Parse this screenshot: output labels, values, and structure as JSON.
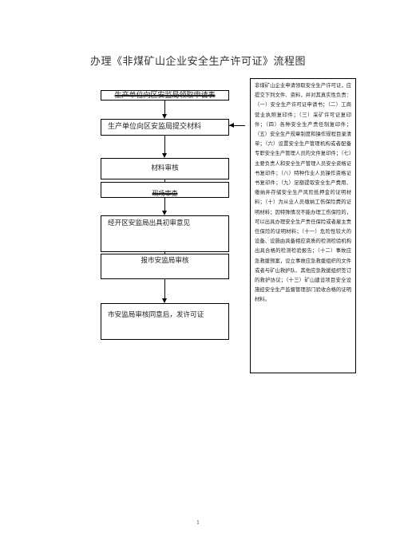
{
  "document": {
    "title": "办理《非煤矿山企业安全生产许可证》流程图",
    "page_number": "1"
  },
  "flow_steps": [
    "生产单位向区安监局领取申请表",
    "生产单位向区安监局提交材料",
    "材料审核",
    "现场审查",
    "经开区安监局出具初审意见",
    "报市安监局审核",
    "市安监局审核同意后，发许可证"
  ],
  "note": "非煤矿山企业申请领取安全生产许可证，应提交下列文件、资料，并对其真实性负责：（一）安全生产许可证申请书；（二）工商营业执照复印件；（三）采矿许可证复印件；（四）各种安全生产责任制复印件；（五）安全生产规章制度和操作规程目录清单；（六）设置安全生产管理机构或者配备专职安全生产管理人员的文件复印件；（七）主要负责人和安全生产管理人员安全资格证书复印件；（八）特种作业人员操作资格证书复印件；（九）足额提取安全生产费用、缴纳并存储安全生产风险抵押金的证明材料；（十）为从业人员缴纳工伤保险费的证明材料；因特殊情况不能办理工伤保险的，可以出具办理安全生产责任保险或者雇主责任保险的证明材料；（十一）危险性较大的设备、设施由具备相应资质的检测检验机构出具合格的检测检验报告；（十二）事故应急救援预案，设立事故应急救援组织的文件或者与矿山救护队、其他应急救援组织签订的救护协议；（十三）矿山建设项目安全设施经安全生产监督管理部门验收合格的证明材料。"
}
